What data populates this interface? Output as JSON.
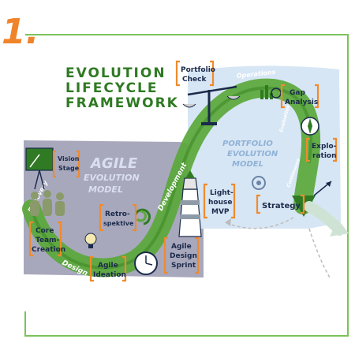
{
  "number": "1.",
  "title": [
    "EVOLUTION",
    "LIFECYCLE",
    "FRAMEWORK"
  ],
  "agile_model": [
    "AGILE",
    "EVOLUTION",
    "MODEL"
  ],
  "portfolio_model": [
    "PORTFOLIO",
    "EVOLUTION",
    "MODEL"
  ],
  "stages": {
    "vision_stage": [
      "Vision",
      "Stage"
    ],
    "core_team": [
      "Core",
      "Team-",
      "Creation"
    ],
    "retrospective": [
      "Retro-",
      "spektive"
    ],
    "agile_ideation": [
      "Agile",
      "Ideation"
    ],
    "agile_design_sprint": [
      "Agile",
      "Design",
      "Sprint"
    ],
    "lighthouse_mvp": [
      "Light-",
      "house",
      "MVP"
    ],
    "portfolio_check": [
      "Portfolio",
      "Check"
    ],
    "gap_analysis": [
      "Gap",
      "Analysis"
    ],
    "exploration": [
      "Explo-",
      "ration"
    ],
    "strategy": "Strategy"
  },
  "flow_labels": {
    "discovery": "Discovery",
    "design": "Design",
    "development": "Development",
    "operations": "Operations",
    "evaluation": "Evaluation",
    "continuous": "Continuous"
  },
  "colors": {
    "accent_green": "#5aa83a",
    "dark_green": "#2f7a23",
    "agile_bg": "#9e9fb6",
    "portfolio_bg": "#d7e6f5",
    "bracket_orange": "#f08a2c",
    "text_navy": "#1b2a4a"
  }
}
